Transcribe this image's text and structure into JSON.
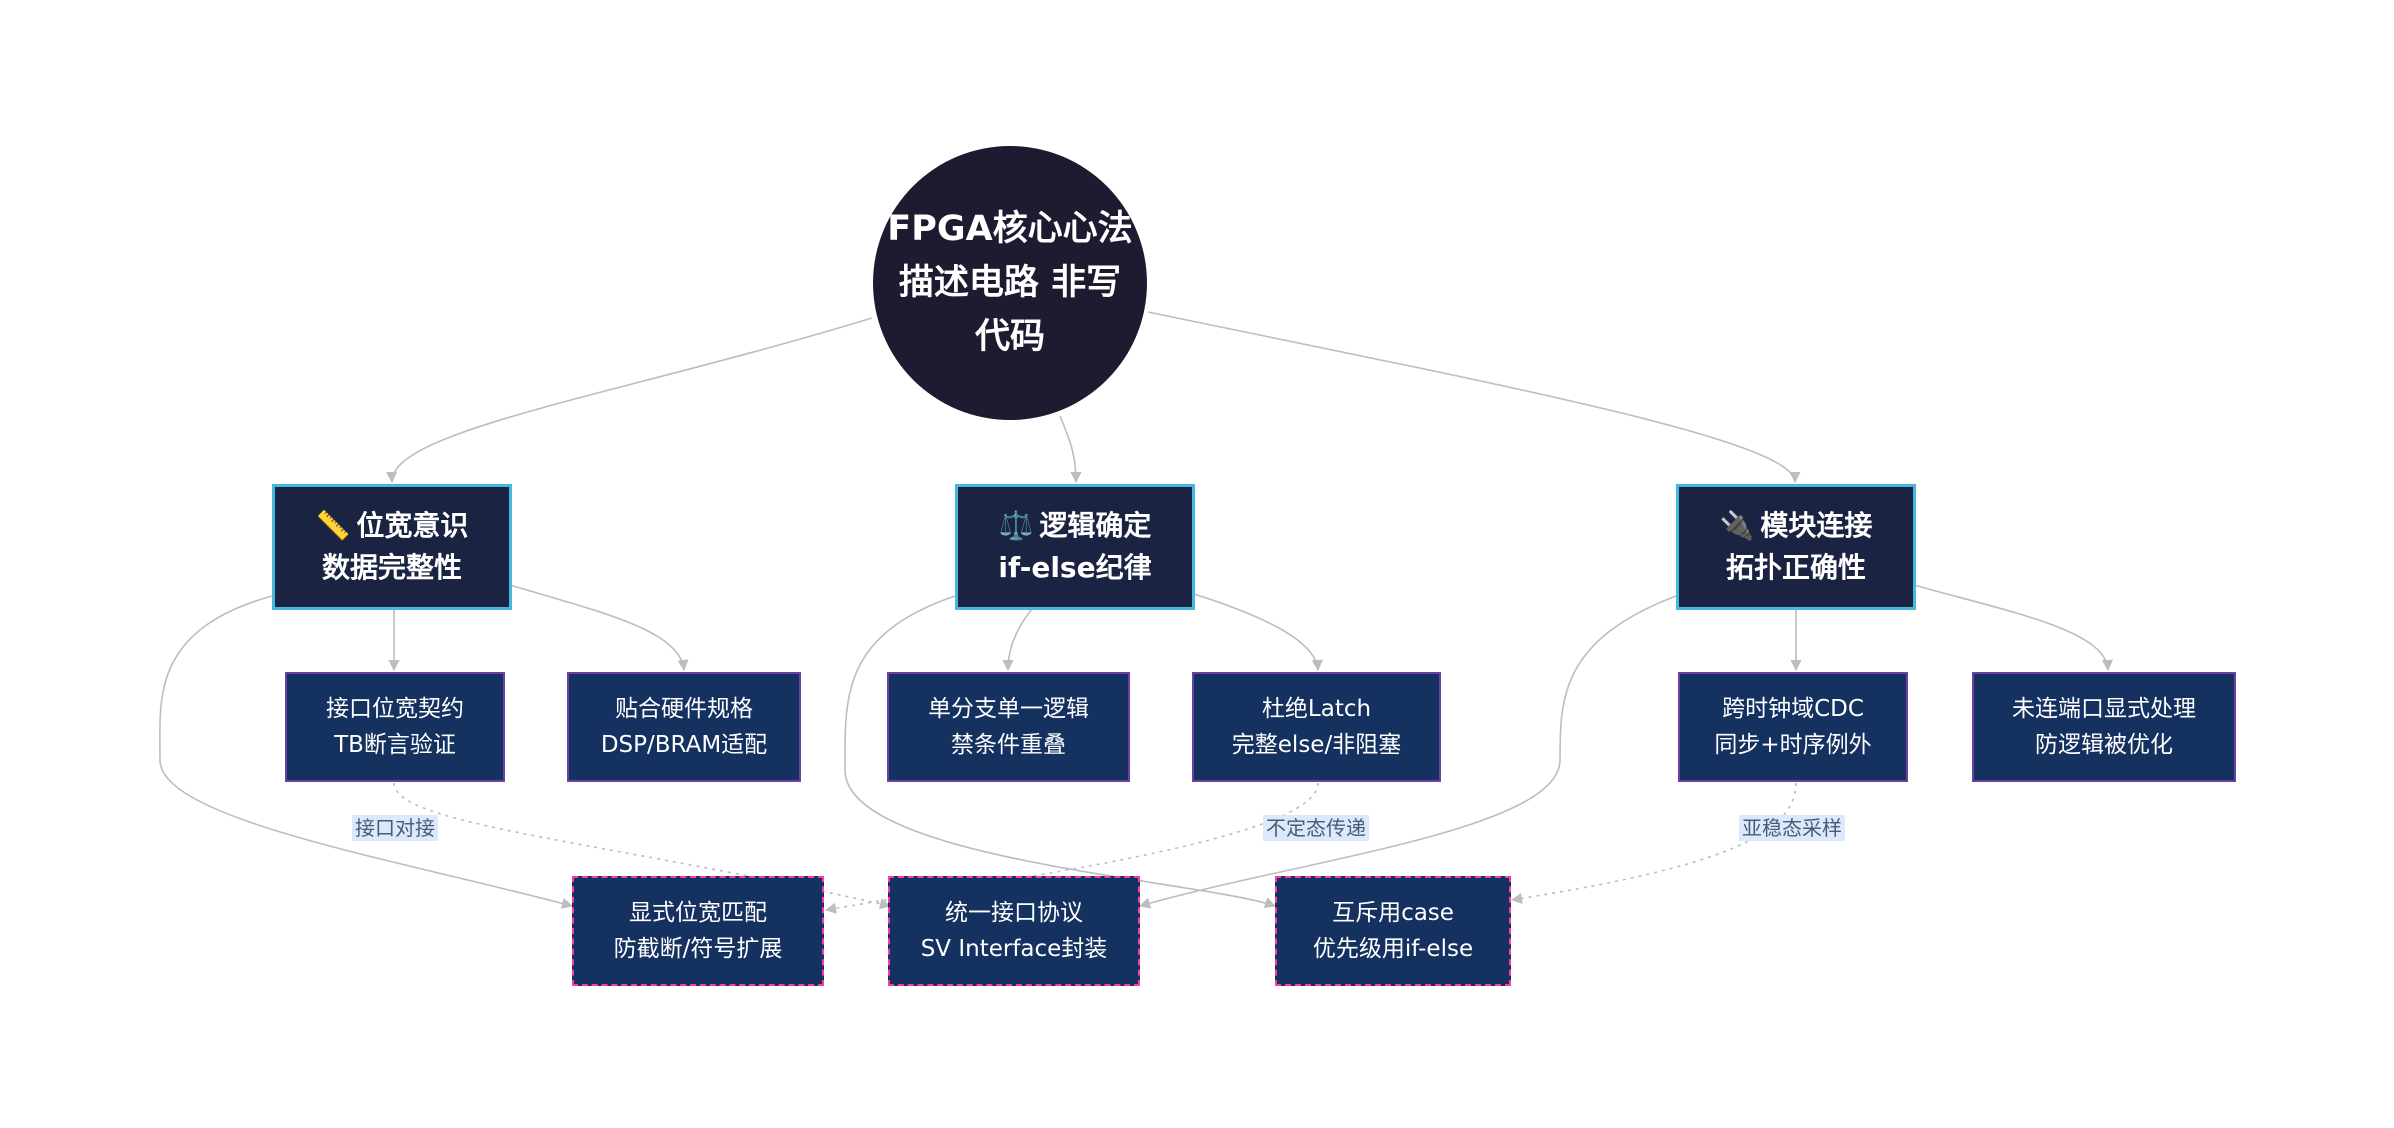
{
  "root": {
    "line1": "FPGA核心心法",
    "line2": "描述电路 非写",
    "line3": "代码"
  },
  "categories": [
    {
      "icon": "📏",
      "title": "位宽意识",
      "subtitle": "数据完整性"
    },
    {
      "icon": "⚖️",
      "title": "逻辑确定",
      "subtitle": "if-else纪律"
    },
    {
      "icon": "🔌",
      "title": "模块连接",
      "subtitle": "拓扑正确性"
    }
  ],
  "leaves": [
    {
      "line1": "接口位宽契约",
      "line2": "TB断言验证"
    },
    {
      "line1": "贴合硬件规格",
      "line2": "DSP/BRAM适配"
    },
    {
      "line1": "单分支单一逻辑",
      "line2": "禁条件重叠"
    },
    {
      "line1": "杜绝Latch",
      "line2": "完整else/非阻塞"
    },
    {
      "line1": "跨时钟域CDC",
      "line2": "同步+时序例外"
    },
    {
      "line1": "未连端口显式处理",
      "line2": "防逻辑被优化"
    }
  ],
  "cross_nodes": [
    {
      "line1": "显式位宽匹配",
      "line2": "防截断/符号扩展"
    },
    {
      "line1": "统一接口协议",
      "line2": "SV Interface封装"
    },
    {
      "line1": "互斥用case",
      "line2": "优先级用if-else"
    }
  ],
  "edge_labels": {
    "interface": "接口对接",
    "undefined_state": "不定态传递",
    "metastable": "亚稳态采样"
  },
  "colors": {
    "root_fill": "#1e1b31",
    "category_fill": "#1a2342",
    "category_border": "#45b8dc",
    "leaf_fill": "#15315f",
    "leaf_border": "#6a3fa8",
    "cross_border": "#ff3aa6",
    "edge": "#bdbdbd",
    "edge_label_bg": "#dbe9fb"
  }
}
